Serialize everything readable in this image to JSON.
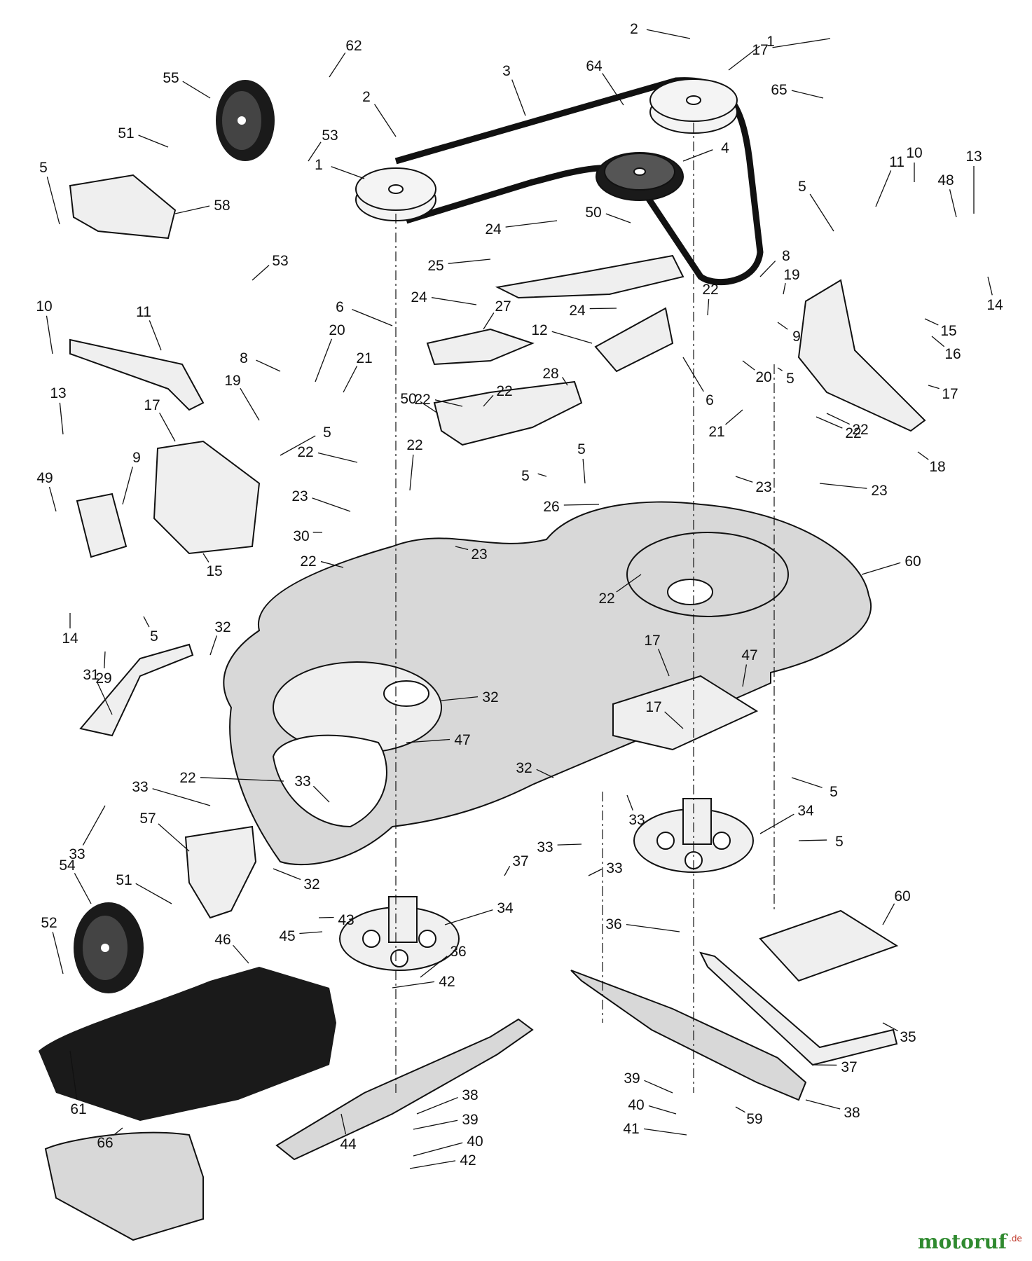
{
  "watermark": {
    "brand": "motoruf",
    "suffix": ".de",
    "brand_color": "#2f8a2f",
    "suffix_color": "#c0392b"
  },
  "colors": {
    "ink": "#111111",
    "deck_fill": "#d8d8d8",
    "light_fill": "#efefef"
  },
  "callouts": [
    "1",
    "1",
    "2",
    "2",
    "3",
    "4",
    "5",
    "5",
    "5",
    "5",
    "5",
    "5",
    "5",
    "5",
    "5",
    "6",
    "6",
    "8",
    "8",
    "9",
    "9",
    "10",
    "10",
    "11",
    "11",
    "12",
    "13",
    "13",
    "14",
    "14",
    "15",
    "15",
    "16",
    "17",
    "17",
    "17",
    "17",
    "17",
    "18",
    "19",
    "19",
    "20",
    "20",
    "21",
    "21",
    "22",
    "22",
    "22",
    "22",
    "22",
    "22",
    "22",
    "22",
    "22",
    "22",
    "23",
    "23",
    "23",
    "23",
    "24",
    "24",
    "24",
    "25",
    "26",
    "27",
    "28",
    "29",
    "30",
    "31",
    "32",
    "32",
    "32",
    "32",
    "33",
    "33",
    "33",
    "33",
    "33",
    "33",
    "34",
    "34",
    "35",
    "36",
    "36",
    "37",
    "37",
    "38",
    "38",
    "39",
    "39",
    "40",
    "40",
    "41",
    "42",
    "42",
    "43",
    "44",
    "45",
    "46",
    "47",
    "47",
    "48",
    "49",
    "50",
    "50",
    "51",
    "51",
    "52",
    "53",
    "53",
    "54",
    "55",
    "57",
    "58",
    "59",
    "60",
    "60",
    "61",
    "62",
    "64",
    "65",
    "66"
  ]
}
